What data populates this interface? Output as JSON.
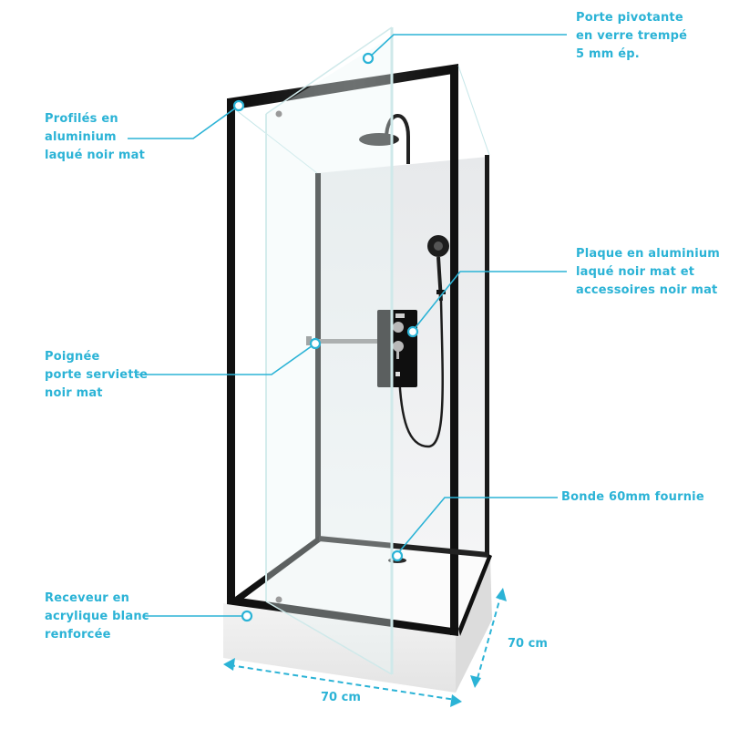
{
  "colors": {
    "accent": "#2bb3d6",
    "frame": "#111111",
    "wall": "#eceef0",
    "tray": "#f1f1f1"
  },
  "callouts": {
    "door": {
      "lines": [
        "Porte pivotante",
        "en verre trempé",
        "5 mm ép."
      ]
    },
    "profiles": {
      "lines": [
        "Profilés en",
        "aluminium",
        "laqué noir mat"
      ]
    },
    "plate": {
      "lines": [
        "Plaque en aluminium",
        "laqué noir mat et",
        "accessoires noir mat"
      ]
    },
    "handle": {
      "lines": [
        "Poignée",
        "porte serviette",
        "noir mat"
      ]
    },
    "drain": {
      "lines": [
        "Bonde 60mm fournie"
      ]
    },
    "tray": {
      "lines": [
        "Receveur en",
        "acrylique blanc",
        "renforcée"
      ]
    }
  },
  "dimensions": {
    "width": "70 cm",
    "depth": "70 cm"
  }
}
